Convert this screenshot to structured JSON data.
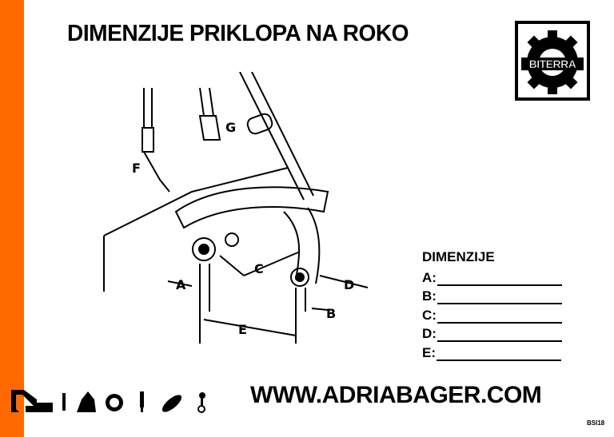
{
  "title": "DIMENZIJE PRIKLOPA NA ROKO",
  "logo": {
    "text": "BITERRA"
  },
  "diagram": {
    "labels": [
      "A",
      "B",
      "C",
      "D",
      "E",
      "F",
      "G"
    ]
  },
  "dimensions": {
    "heading": "DIMENZIJE",
    "rows": [
      {
        "label": "A:"
      },
      {
        "label": "B:"
      },
      {
        "label": "C:"
      },
      {
        "label": "D:"
      },
      {
        "label": "E:"
      }
    ]
  },
  "footer": {
    "url": "WWW.ADRIABAGER.COM",
    "code": "BSI18",
    "icons": [
      "excavator-icon",
      "hammer-icon",
      "bucket-icon",
      "gear-icon",
      "chisel-icon",
      "track-icon",
      "piston-icon"
    ]
  },
  "colors": {
    "accent": "#ff6a00"
  }
}
